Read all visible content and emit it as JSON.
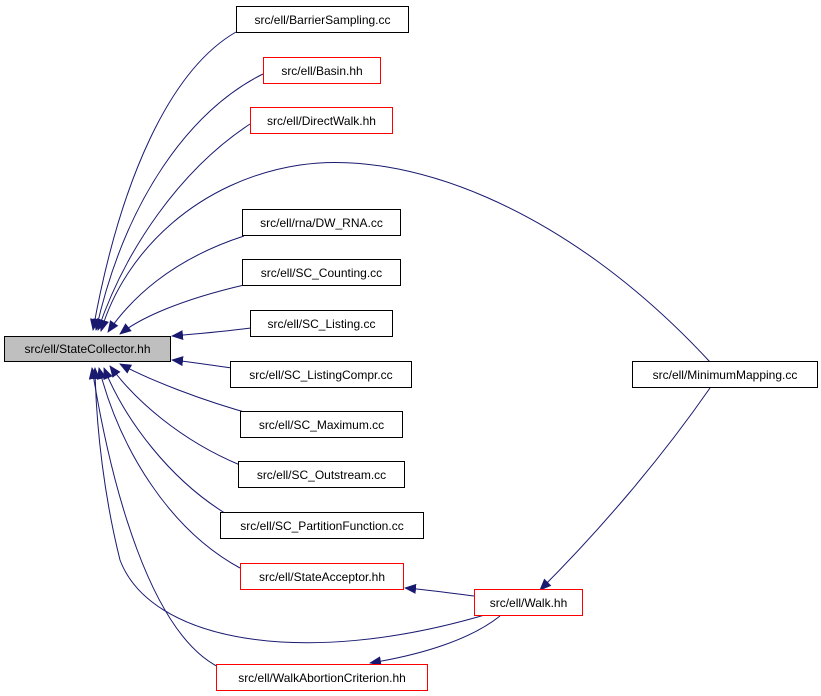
{
  "graph": {
    "root": "src/ell/StateCollector.hh",
    "nodes": {
      "root": {
        "label": "src/ell/StateCollector.hh",
        "style": "root"
      },
      "barrier": {
        "label": "src/ell/BarrierSampling.cc",
        "style": "black"
      },
      "basin": {
        "label": "src/ell/Basin.hh",
        "style": "red"
      },
      "directwalk": {
        "label": "src/ell/DirectWalk.hh",
        "style": "red"
      },
      "dwrna": {
        "label": "src/ell/rna/DW_RNA.cc",
        "style": "black"
      },
      "counting": {
        "label": "src/ell/SC_Counting.cc",
        "style": "black"
      },
      "listing": {
        "label": "src/ell/SC_Listing.cc",
        "style": "black"
      },
      "listingcompr": {
        "label": "src/ell/SC_ListingCompr.cc",
        "style": "black"
      },
      "maximum": {
        "label": "src/ell/SC_Maximum.cc",
        "style": "black"
      },
      "outstream": {
        "label": "src/ell/SC_Outstream.cc",
        "style": "black"
      },
      "partition": {
        "label": "src/ell/SC_PartitionFunction.cc",
        "style": "black"
      },
      "acceptor": {
        "label": "src/ell/StateAcceptor.hh",
        "style": "red"
      },
      "abortion": {
        "label": "src/ell/WalkAbortionCriterion.hh",
        "style": "red"
      },
      "walk": {
        "label": "src/ell/Walk.hh",
        "style": "red"
      },
      "minmap": {
        "label": "src/ell/MinimumMapping.cc",
        "style": "black"
      }
    },
    "edges": [
      {
        "from": "barrier",
        "to": "root"
      },
      {
        "from": "basin",
        "to": "root"
      },
      {
        "from": "directwalk",
        "to": "root"
      },
      {
        "from": "minmap",
        "to": "root"
      },
      {
        "from": "dwrna",
        "to": "root"
      },
      {
        "from": "counting",
        "to": "root"
      },
      {
        "from": "listing",
        "to": "root"
      },
      {
        "from": "listingcompr",
        "to": "root"
      },
      {
        "from": "maximum",
        "to": "root"
      },
      {
        "from": "outstream",
        "to": "root"
      },
      {
        "from": "partition",
        "to": "root"
      },
      {
        "from": "acceptor",
        "to": "root"
      },
      {
        "from": "walk",
        "to": "root"
      },
      {
        "from": "abortion",
        "to": "root"
      },
      {
        "from": "walk",
        "to": "acceptor"
      },
      {
        "from": "walk",
        "to": "abortion"
      },
      {
        "from": "minmap",
        "to": "walk"
      }
    ],
    "colors": {
      "edge": "#191970",
      "border_default": "#000000",
      "border_incomplete": "#ff0000",
      "root_fill": "#bfbfbf"
    }
  }
}
